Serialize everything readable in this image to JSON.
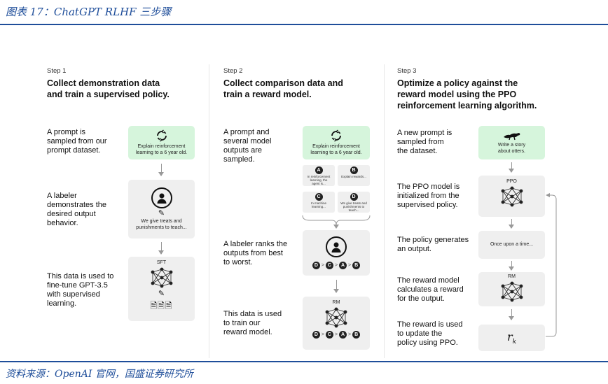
{
  "page_title": "图表 17：ChatGPT RLHF 三步骤",
  "source": "资料来源：OpenAI 官网，国盛证券研究所",
  "colors": {
    "accent": "#1f4e9a",
    "green_box": "#d6f5dc",
    "gray_box": "#efefef"
  },
  "step1": {
    "label": "Step 1",
    "title_l1": "Collect demonstration data",
    "title_l2": "and train a supervised policy.",
    "d1": [
      "A prompt is",
      "sampled from our",
      "prompt dataset."
    ],
    "d2": [
      "A labeler",
      "demonstrates the",
      "desired output",
      "behavior."
    ],
    "d3": [
      "This data is used to",
      "fine-tune GPT-3.5",
      "with supervised",
      "learning."
    ],
    "prompt_box": [
      "Explain reinforcement",
      "learning to a 6 year old."
    ],
    "demo_box": [
      "We give treats and",
      "punishments to teach..."
    ],
    "model_label": "SFT"
  },
  "step2": {
    "label": "Step 2",
    "title_l1": "Collect comparison data and",
    "title_l2": "train a reward model.",
    "d1": [
      "A prompt and",
      "several model",
      "outputs are",
      "sampled."
    ],
    "d2": [
      "A labeler ranks the",
      "outputs from best",
      "to worst."
    ],
    "d3": [
      "This data is used",
      "to train our",
      "reward model."
    ],
    "prompt_box": [
      "Explain reinforcement",
      "learning to a 6 year old."
    ],
    "outputs": [
      {
        "letter": "A",
        "text": [
          "In reinforcement",
          "learning, the",
          "agent is..."
        ]
      },
      {
        "letter": "B",
        "text": [
          "Explain rewards..."
        ]
      },
      {
        "letter": "C",
        "text": [
          "In machine",
          "learning..."
        ]
      },
      {
        "letter": "D",
        "text": [
          "We give treats and",
          "punishments to",
          "teach..."
        ]
      }
    ],
    "ranking": [
      "D",
      "C",
      "A",
      "B"
    ],
    "rank_sep": ">",
    "model_label": "RM"
  },
  "step3": {
    "label": "Step 3",
    "title_l1": "Optimize a policy against the",
    "title_l2": "reward model using the PPO",
    "title_l3": "reinforcement learning algorithm.",
    "d1": [
      "A new prompt is",
      "sampled from",
      "the dataset."
    ],
    "d2": [
      "The PPO model is",
      "initialized from the",
      "supervised policy."
    ],
    "d3": [
      "The policy generates",
      "an output."
    ],
    "d4": [
      "The reward model",
      "calculates a reward",
      "for the output."
    ],
    "d5": [
      "The reward is used",
      "to update the",
      "policy using PPO."
    ],
    "prompt_box": [
      "Write a story",
      "about otters."
    ],
    "ppo_label": "PPO",
    "output_box": "Once upon a time...",
    "rm_label": "RM",
    "reward": "r",
    "reward_sub": "k"
  }
}
